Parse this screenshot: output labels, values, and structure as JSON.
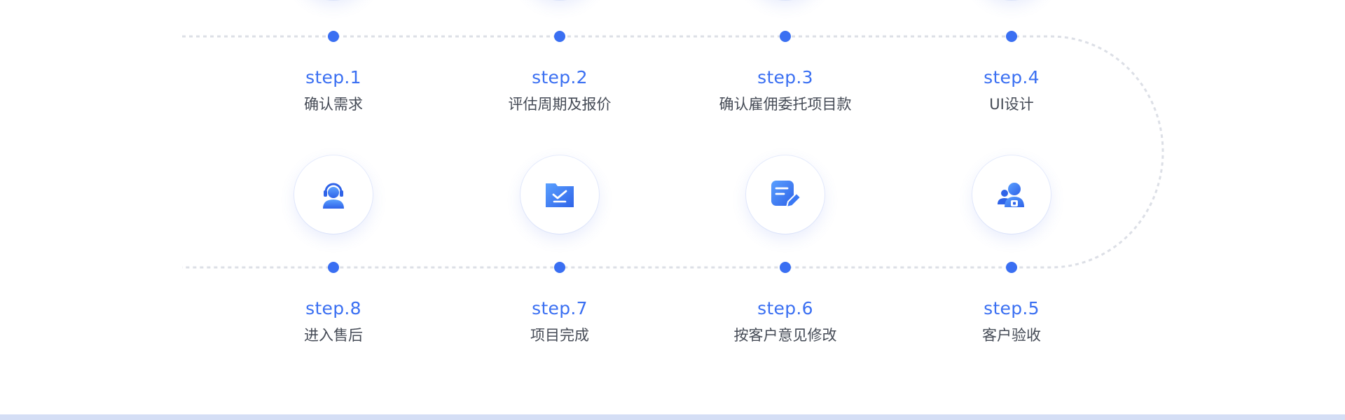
{
  "steps": [
    {
      "step": "step.1",
      "desc": "确认需求",
      "icon": "top-icon-1"
    },
    {
      "step": "step.2",
      "desc": "评估周期及报价",
      "icon": "top-icon-2"
    },
    {
      "step": "step.3",
      "desc": "确认雇佣委托项目款",
      "icon": "top-icon-3"
    },
    {
      "step": "step.4",
      "desc": "UI设计",
      "icon": "top-icon-4"
    },
    {
      "step": "step.5",
      "desc": "客户验收",
      "icon": "user-lock-icon"
    },
    {
      "step": "step.6",
      "desc": "按客户意见修改",
      "icon": "document-edit-icon"
    },
    {
      "step": "step.7",
      "desc": "项目完成",
      "icon": "folder-check-icon"
    },
    {
      "step": "step.8",
      "desc": "进入售后",
      "icon": "customer-service-icon"
    }
  ],
  "colors": {
    "accent": "#3a6ff2",
    "path": "#dcdfe6",
    "text": "#444a55",
    "band": "#d4def5"
  }
}
